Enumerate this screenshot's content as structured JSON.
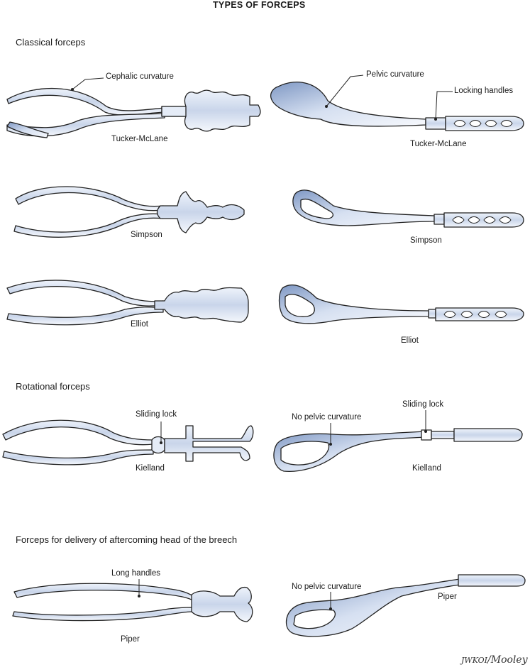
{
  "title": "TYPES OF FORCEPS",
  "sections": {
    "classical": "Classical forceps",
    "rotational": "Rotational forceps",
    "breech": "Forceps for delivery of aftercoming head of the breech"
  },
  "annotations": {
    "cephalic_curvature": "Cephalic curvature",
    "pelvic_curvature": "Pelvic curvature",
    "locking_handles": "Locking handles",
    "sliding_lock_left": "Sliding lock",
    "sliding_lock_right": "Sliding lock",
    "no_pelvic_curvature_1": "No pelvic curvature",
    "long_handles": "Long handles",
    "no_pelvic_curvature_2": "No pelvic curvature"
  },
  "names": {
    "tucker_front": "Tucker-McLane",
    "tucker_side": "Tucker-McLane",
    "simpson_front": "Simpson",
    "simpson_side": "Simpson",
    "elliot_front": "Elliot",
    "elliot_side": "Elliot",
    "kielland_front": "Kielland",
    "kielland_side": "Kielland",
    "piper_front": "Piper",
    "piper_side": "Piper"
  },
  "signature": "JWKOI/Mooley",
  "colors": {
    "outline": "#222222",
    "steel": "#c9d5ea",
    "steel_dark": "#8fa6cc",
    "highlight": "#eef3fb"
  }
}
